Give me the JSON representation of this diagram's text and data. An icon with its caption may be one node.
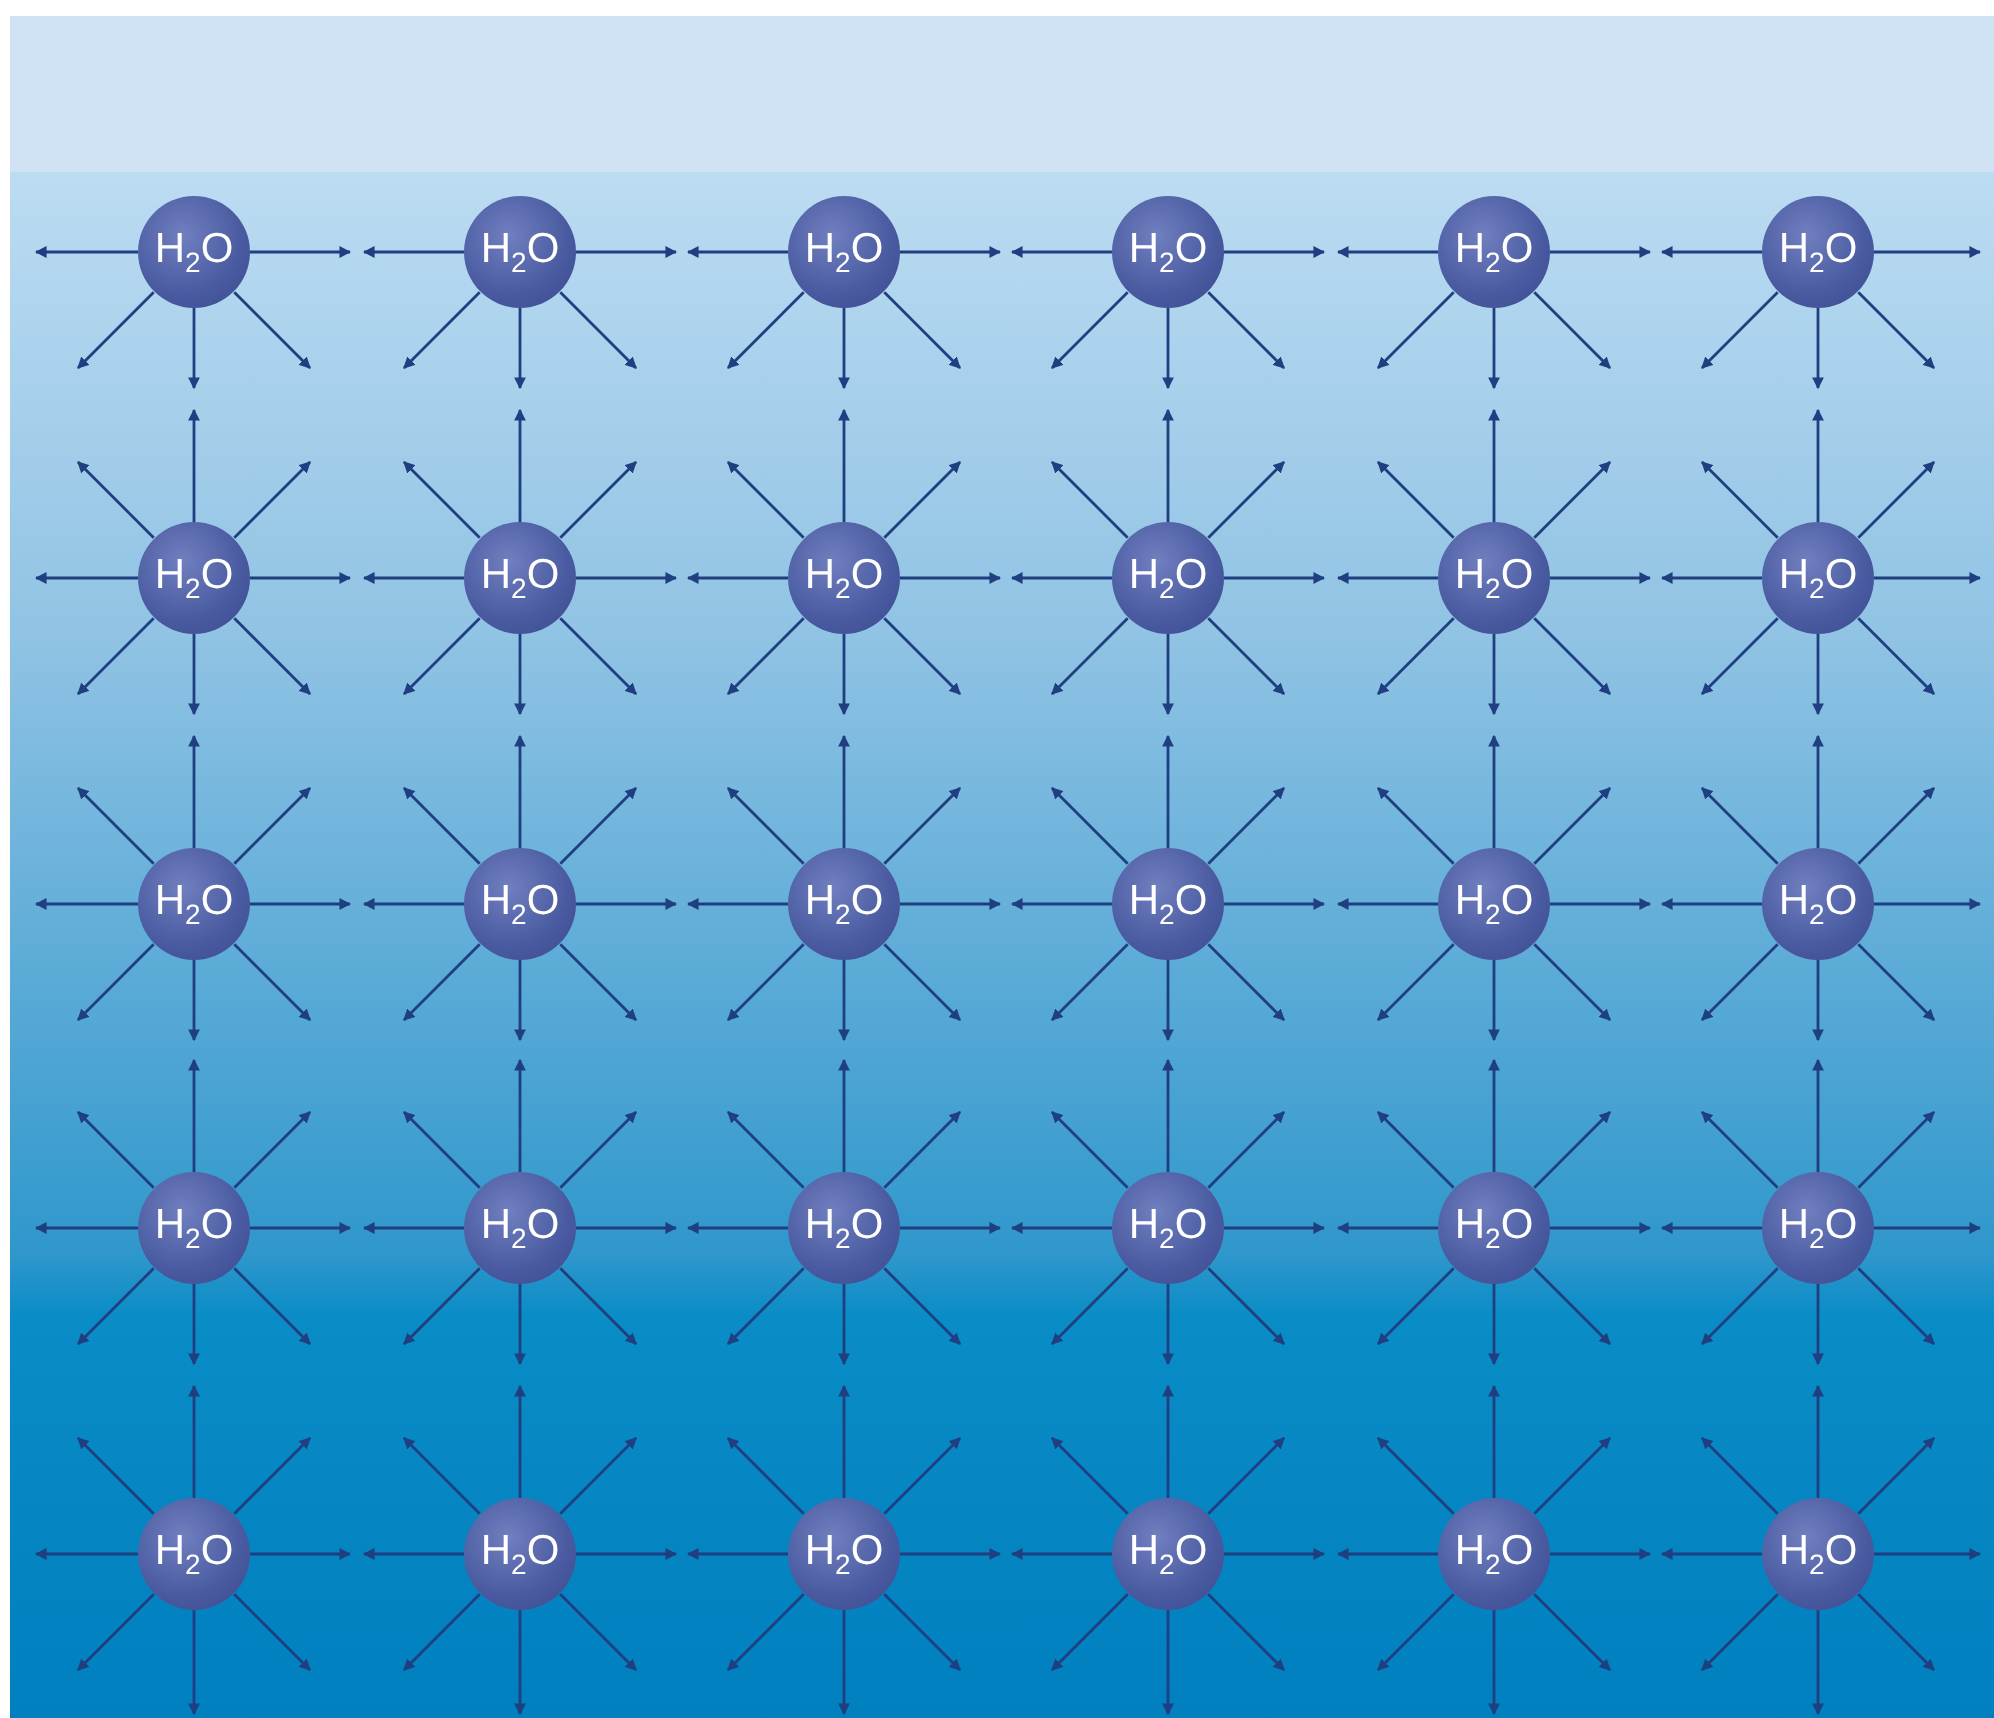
{
  "diagram": {
    "nodes": [
      {
        "text": [
          "H$_{2}$O"
        ]
      },
      {
        "text": [
          "H$_{2}$O"
        ]
      },
      {
        "text": [
          "H$_{2}$O"
        ]
      },
      {
        "text": [
          "H$_{2}$O"
        ]
      },
      {
        "text": [
          "H$_{2}$O"
        ]
      },
      {
        "text": [
          "H$_{2}$O"
        ]
      },
      {
        "text": [
          "H$_{2}$O"
        ]
      },
      {
        "text": [
          "H$_{2}$O"
        ]
      },
      {
        "text": [
          "H$_{2}$O"
        ]
      },
      {
        "text": [
          "H$_{2}$O"
        ]
      },
      {
        "text": [
          "H$_{2}$O"
        ]
      },
      {
        "text": [
          "H$_{2}$O"
        ]
      },
      {
        "text": [
          "H$_{2}$O"
        ]
      },
      {
        "text": [
          "H$_{2}$O"
        ]
      },
      {
        "text": [
          "H$_{2}$O"
        ]
      },
      {
        "text": [
          "H$_{2}$O"
        ]
      },
      {
        "text": [
          "H$_{2}$O"
        ]
      },
      {
        "text": [
          "H$_{2}$O"
        ]
      },
      {
        "text": [
          "H$_{2}$O"
        ]
      },
      {
        "text": [
          "H$_{2}$O"
        ]
      },
      {
        "text": [
          "H$_{2}$O"
        ]
      },
      {
        "text": [
          "H$_{2}$O"
        ]
      },
      {
        "text": [
          "H$_{2}$O"
        ]
      },
      {
        "text": [
          "H$_{2}$O"
        ]
      },
      {
        "text": [
          "H$_{2}$O"
        ]
      },
      {
        "text": [
          "H$_{2}$O"
        ]
      },
      {
        "text": [
          "H$_{2}$O"
        ]
      },
      {
        "text": [
          "H$_{2}$O"
        ]
      },
      {
        "text": [
          "H$_{2}$O"
        ]
      },
      {
        "text": [
          "H$_{2}$O"
        ]
      }
    ]
  }
}
